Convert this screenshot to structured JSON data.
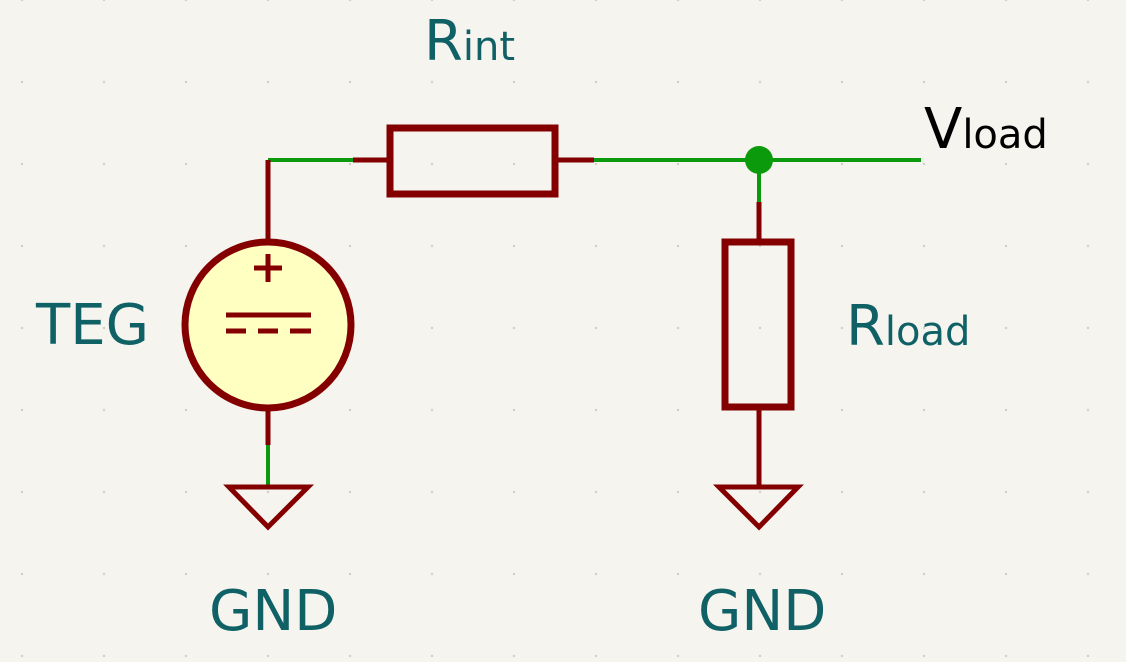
{
  "colors": {
    "background": "#f5f4ef",
    "wire": "#0b9a0b",
    "component": "#840000",
    "source_fill": "#ffffc2",
    "label": "#0f6166",
    "net_label": "#000000",
    "grid_dot": "#cfcfc9"
  },
  "components": {
    "source": {
      "ref": "TEG",
      "plus_sign": "+"
    },
    "r_int": {
      "ref_main": "R",
      "ref_sub": "int"
    },
    "r_load": {
      "ref_main": "R",
      "ref_sub": "load"
    },
    "gnd_left": {
      "label": "GND"
    },
    "gnd_right": {
      "label": "GND"
    }
  },
  "net_label": {
    "main": "V",
    "sub": "load"
  }
}
